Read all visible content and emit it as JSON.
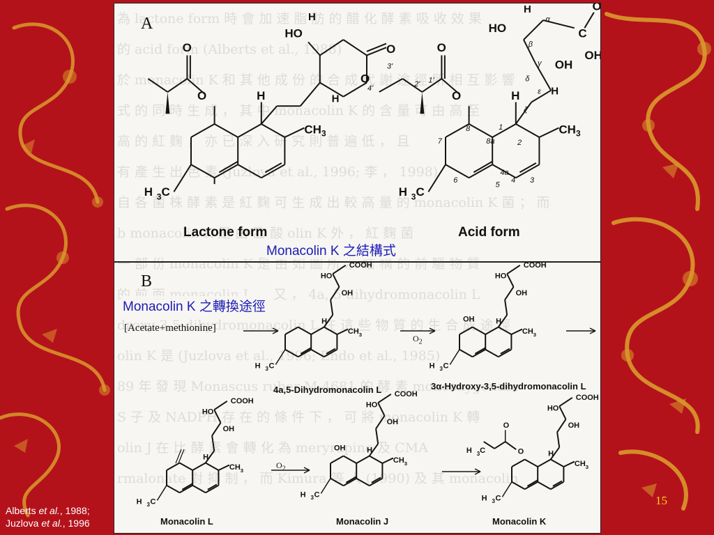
{
  "slide": {
    "background_color": "#b4121b",
    "page_number": "15",
    "citation": {
      "line1_author": "Alberts ",
      "line1_etal": "et al.",
      "line1_year": ", 1988;",
      "line2_author": "Juzlova ",
      "line2_etal": "et al.",
      "line2_year": ", 1996"
    }
  },
  "figure": {
    "panel_a": {
      "letter": "A",
      "lactone_label": "Lactone form",
      "acid_label": "Acid form",
      "caption": "Monacolin K 之結構式"
    },
    "panel_b": {
      "letter": "B",
      "caption": "Monacolin K 之轉換途徑",
      "precursor": "[Acetate+methionine]",
      "reagent": "O",
      "reagent_sub": "2",
      "compounds": [
        "4a,5-Dihydromonacolin L",
        "3α-Hydroxy-3,5-dihydromonacolin L",
        "Monacolin L",
        "Monacolin J",
        "Monacolin K"
      ]
    },
    "background_text": [
      "為  lactone  form  時  會  加  速  脂  肪  的  醋  化  酵  素  吸  收  效  果",
      "的  acid form (Alberts et al., 1988)",
      "於 monacolin K 和 其 他 成 份 的 合 成 代 謝 途 徑 所 相 互 影 響",
      "式 的 同 時 生 成 ， 其 中 monacolin K 的 含 量 可 由 高 至",
      "高 的 紅 麴 ， 亦 已 深 入 研 究 則 普 遍 低 ， 且",
      "有 產 生 出 色 素 (Juzlova et al., 1996; 李 ， 1998)",
      "自 各 菌 株 酵 素 是 紅 麴 可 生 成 出 較 高 量 的 monacolin K 菌 ； 而",
      "b  monacolin K 是 由 乙 酸  olin K 外 ， 紅 麴 菌",
      "一 部 份 monacolin K 是 由 如 圖 所 示 結 構 的 前 驅 物 質",
      "的 前 面 monacolin L ， 又 ， 4a, 5-dihydromonacolin L",
      "droxy-3,5-dihydromonacolin L 在 這 些 物 質 的 生 合 成 途 徑",
      "olin K 是 (Juzlova et al., 1996; Endo et al., 1985)",
      "89 年 發 現 Monascus ruber M-4681 的 酵 素 monooxygenase",
      "S 子 及 NADPH 存 在 的 條 件 下 ， 可 將 monacolin K 轉",
      "olin J 在 比 酵 素 會 轉 化 為 meryrapine 及 CMA",
      "rmalonate 對 抑 制 ， 而 Kimura 等 人 (1990) 及 其 monacolin"
    ],
    "atom_labels": {
      "ho": "HO",
      "h": "H",
      "o": "O",
      "oh": "OH",
      "c": "C",
      "h3c": "H",
      "three": "3",
      "ch3": "CH",
      "cooh": "COOH"
    },
    "numbering": [
      "α",
      "β",
      "γ",
      "δ",
      "ε",
      "ζ",
      "1",
      "2",
      "3",
      "4",
      "4a",
      "5",
      "6",
      "7",
      "8",
      "8a",
      "1'",
      "2'",
      "3'",
      "4'"
    ]
  },
  "colors": {
    "caption_blue": "#1b1bb6",
    "page_number_yellow": "#ffd21e",
    "dragon_gold": "#d99a2b",
    "panel_background": "#f7f6f2"
  }
}
